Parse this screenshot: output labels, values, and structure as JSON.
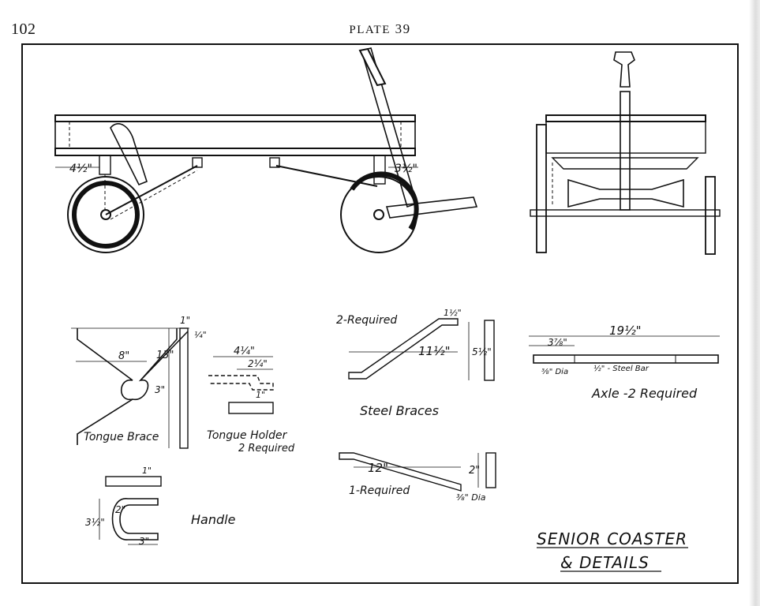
{
  "header": {
    "page_number": "102",
    "plate_word": "PLATE",
    "plate_number": "39"
  },
  "drawing": {
    "title_line1": "SENIOR COASTER",
    "title_line2": "& DETAILS",
    "side_view": {
      "dim_wheel_offset": "4½\"",
      "dim_rear_offset": "3½\""
    },
    "tongue_brace": {
      "label": "Tongue Brace",
      "dim_height": "13\"",
      "dim_width": "8\"",
      "dim_loop": "3\"",
      "dim_thickness": "1\"",
      "dim_bar": "¼\""
    },
    "tongue_holder": {
      "label_line1": "Tongue Holder",
      "label_line2": "2 Required",
      "dim_overall": "4¼\"",
      "dim_inner": "2¼\"",
      "dim_small": "1\""
    },
    "steel_braces": {
      "label": "Steel Braces",
      "top_qty": "2-Required",
      "top_length": "11½\"",
      "top_height": "5½\"",
      "bottom_qty": "1-Required",
      "bottom_length": "12\"",
      "bottom_height": "2\"",
      "bottom_dia": "⅜\" Dia",
      "dim_small": "1½\""
    },
    "handle": {
      "label": "Handle",
      "dim_top": "1\"",
      "dim_inner": "2\"",
      "dim_height": "3½\"",
      "dim_bottom": "3\""
    },
    "axle": {
      "label": "Axle -2 Required",
      "dim_length": "19½\"",
      "dim_end": "3⅞\"",
      "dim_dia": "⅜\" Dia",
      "bar_note": "½\" - Steel Bar"
    }
  }
}
